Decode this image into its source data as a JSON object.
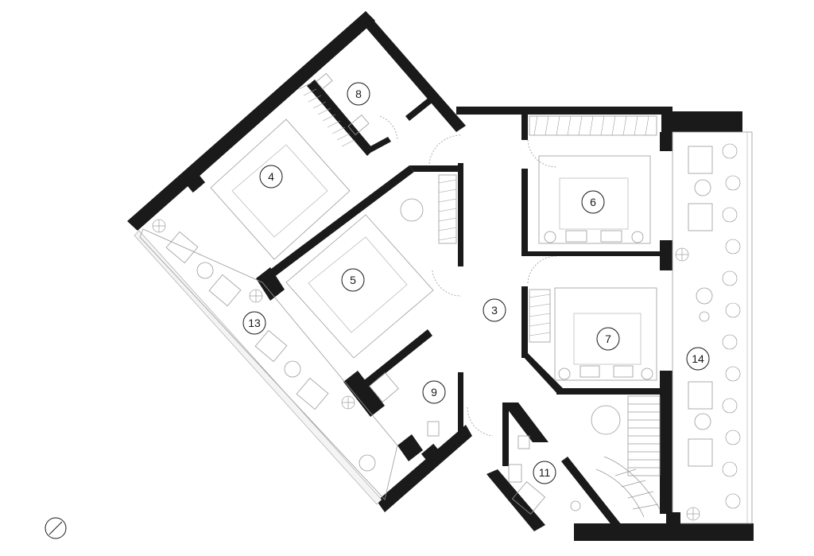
{
  "rooms": [
    {
      "label": "3"
    },
    {
      "label": "4"
    },
    {
      "label": "5"
    },
    {
      "label": "6"
    },
    {
      "label": "7"
    },
    {
      "label": "8"
    },
    {
      "label": "9"
    },
    {
      "label": "11"
    },
    {
      "label": "13"
    },
    {
      "label": "14"
    }
  ],
  "icons": {
    "compass": "compass-icon",
    "plant": "plant-icon",
    "stove": "stove-icon"
  },
  "colors": {
    "wall": "#1a1a1a",
    "line": "#9a9a9a",
    "background": "#ffffff"
  }
}
